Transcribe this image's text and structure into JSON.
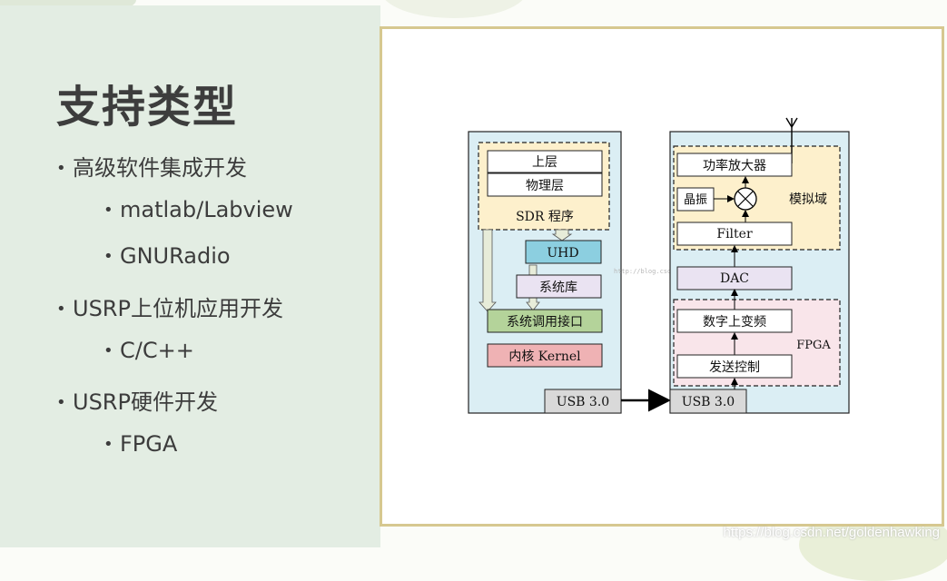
{
  "slide": {
    "title": "支持类型",
    "bullets": [
      {
        "level": 1,
        "text": "高级软件集成开发"
      },
      {
        "level": 2,
        "text": "matlab/Labview"
      },
      {
        "level": 2,
        "text": "GNURadio"
      },
      {
        "level": 1,
        "text": "USRP上位机应用开发"
      },
      {
        "level": 2,
        "text": "C/C++"
      },
      {
        "level": 1,
        "text": "USRP硬件开发"
      },
      {
        "level": 2,
        "text": "FPGA"
      }
    ]
  },
  "diagram": {
    "host": {
      "upper_layer": "上层",
      "physical_layer": "物理层",
      "sdr_program": "SDR 程序",
      "uhd": "UHD",
      "syslib": "系统库",
      "syscall": "系统调用接口",
      "kernel": "内核 Kernel",
      "usb": "USB 3.0"
    },
    "device": {
      "usb": "USB 3.0",
      "tx_control": "发送控制",
      "digital_upconvert": "数字上变频",
      "fpga": "FPGA",
      "dac": "DAC",
      "filter": "Filter",
      "oscillator": "晶振",
      "power_amp": "功率放大器",
      "analog_domain": "模拟域"
    },
    "faint_mark": "http://blog.csdn.net/"
  },
  "watermark": "https://blog.csdn.net/goldenhawking",
  "colors": {
    "left_panel": "#e3ede3",
    "frame_border": "#d6c890",
    "outer_box": "#dbeef4",
    "yellow_region": "#fdf0cc",
    "pink_region": "#f9e5ea",
    "uhd_fill": "#8ccfe0",
    "syslib_fill": "#eae3f2",
    "syscall_fill": "#b4d39a",
    "kernel_fill": "#efb2b4",
    "usb_fill": "#d9d9d9"
  }
}
